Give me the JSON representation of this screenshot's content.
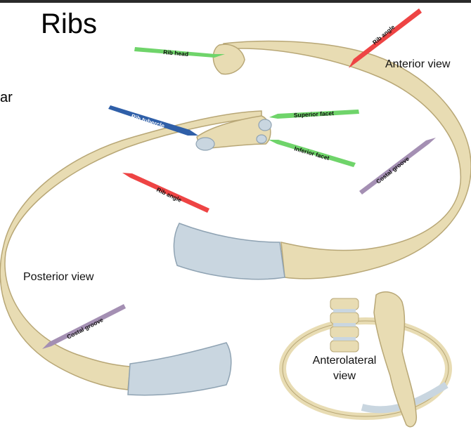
{
  "title": "Ribs",
  "edge_text": "ar",
  "views": {
    "anterior": "Anterior view",
    "posterior": "Posterior view",
    "anterolateral_line1": "Anterolateral",
    "anterolateral_line2": "view"
  },
  "labels": {
    "rib_head": "Rib head",
    "rib_angle_top": "Rib angle",
    "rib_tubercle": "Rib tubercle",
    "superior_facet": "Superior facet",
    "inferior_facet": "Inferior facet",
    "rib_angle_mid": "Rib angle",
    "costal_groove_right": "Costal groove",
    "costal_groove_left": "Costal groove"
  },
  "colors": {
    "bone": "#e8dcb3",
    "bone_shadow": "#c9b98a",
    "cartilage": "#c9d6e0",
    "green_arrow": "#6fd46a",
    "red_arrow": "#ee4444",
    "blue_arrow": "#2f5fa8",
    "purple_arrow": "#a48fb3"
  }
}
